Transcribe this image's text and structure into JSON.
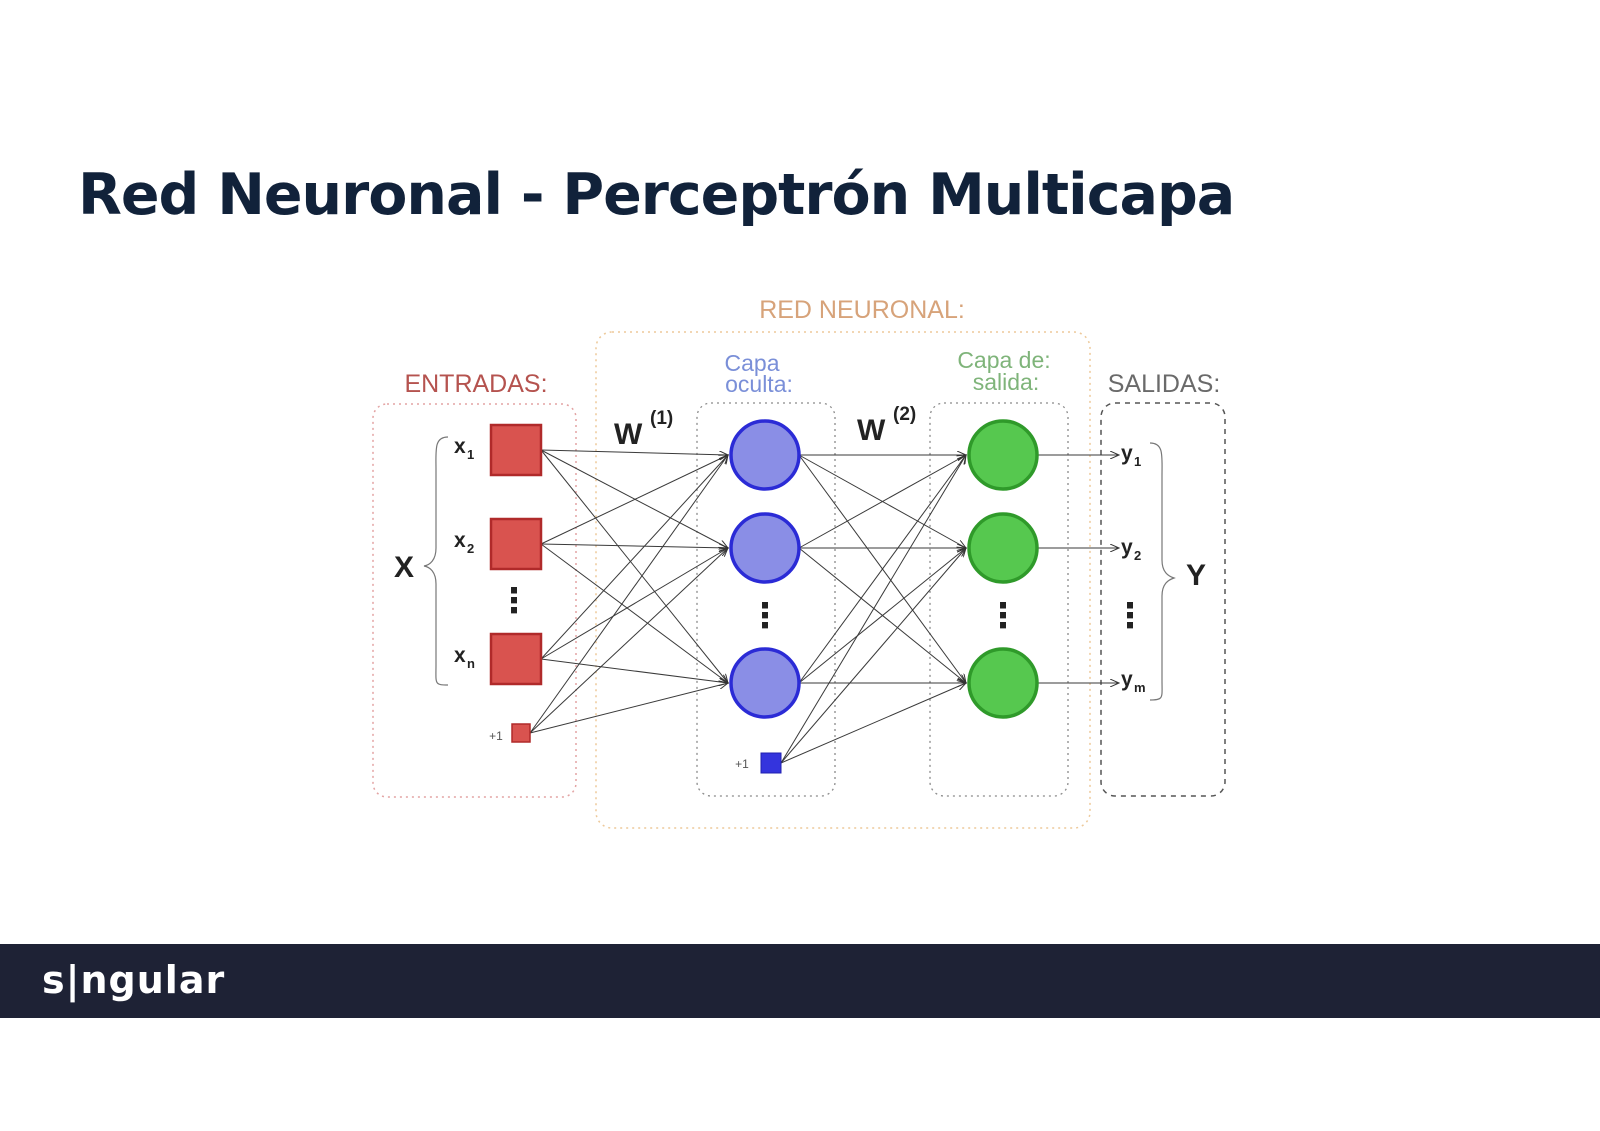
{
  "slide": {
    "title": "Red Neuronal - Perceptrón Multicapa"
  },
  "diagram": {
    "network_label": "RED NEURONAL:",
    "inputs_label": "ENTRADAS:",
    "hidden_label_line1": "Capa",
    "hidden_label_line2": "oculta:",
    "output_label_line1": "Capa de:",
    "output_label_line2": "salida:",
    "outputs_label": "SALIDAS:",
    "input_vector": "X",
    "output_vector": "Y",
    "weights_1": "W",
    "weights_1_sup": "(1)",
    "weights_2": "W",
    "weights_2_sup": "(2)",
    "inputs": [
      {
        "var": "x",
        "sub": "1"
      },
      {
        "var": "x",
        "sub": "2"
      },
      {
        "var": "x",
        "sub": "n"
      }
    ],
    "outputs": [
      {
        "var": "y",
        "sub": "1"
      },
      {
        "var": "y",
        "sub": "2"
      },
      {
        "var": "y",
        "sub": "m"
      }
    ],
    "bias_input": "+1",
    "bias_hidden": "+1",
    "ellipsis": "⋮",
    "colors": {
      "input_node": "#d9534f",
      "input_stroke": "#b02a2a",
      "hidden_node": "#8a8ee6",
      "hidden_stroke": "#2b2bd6",
      "output_node": "#56c84f",
      "output_stroke": "#2f9a2a",
      "bias_hidden_node": "#3434dd",
      "entradas_text": "#b5534f",
      "red_text": "#d7a37a",
      "hidden_text": "#7a8fd8",
      "output_text": "#7fb47a",
      "salidas_text": "#6a6a6a"
    }
  },
  "footer": {
    "logo": "s|ngular"
  }
}
